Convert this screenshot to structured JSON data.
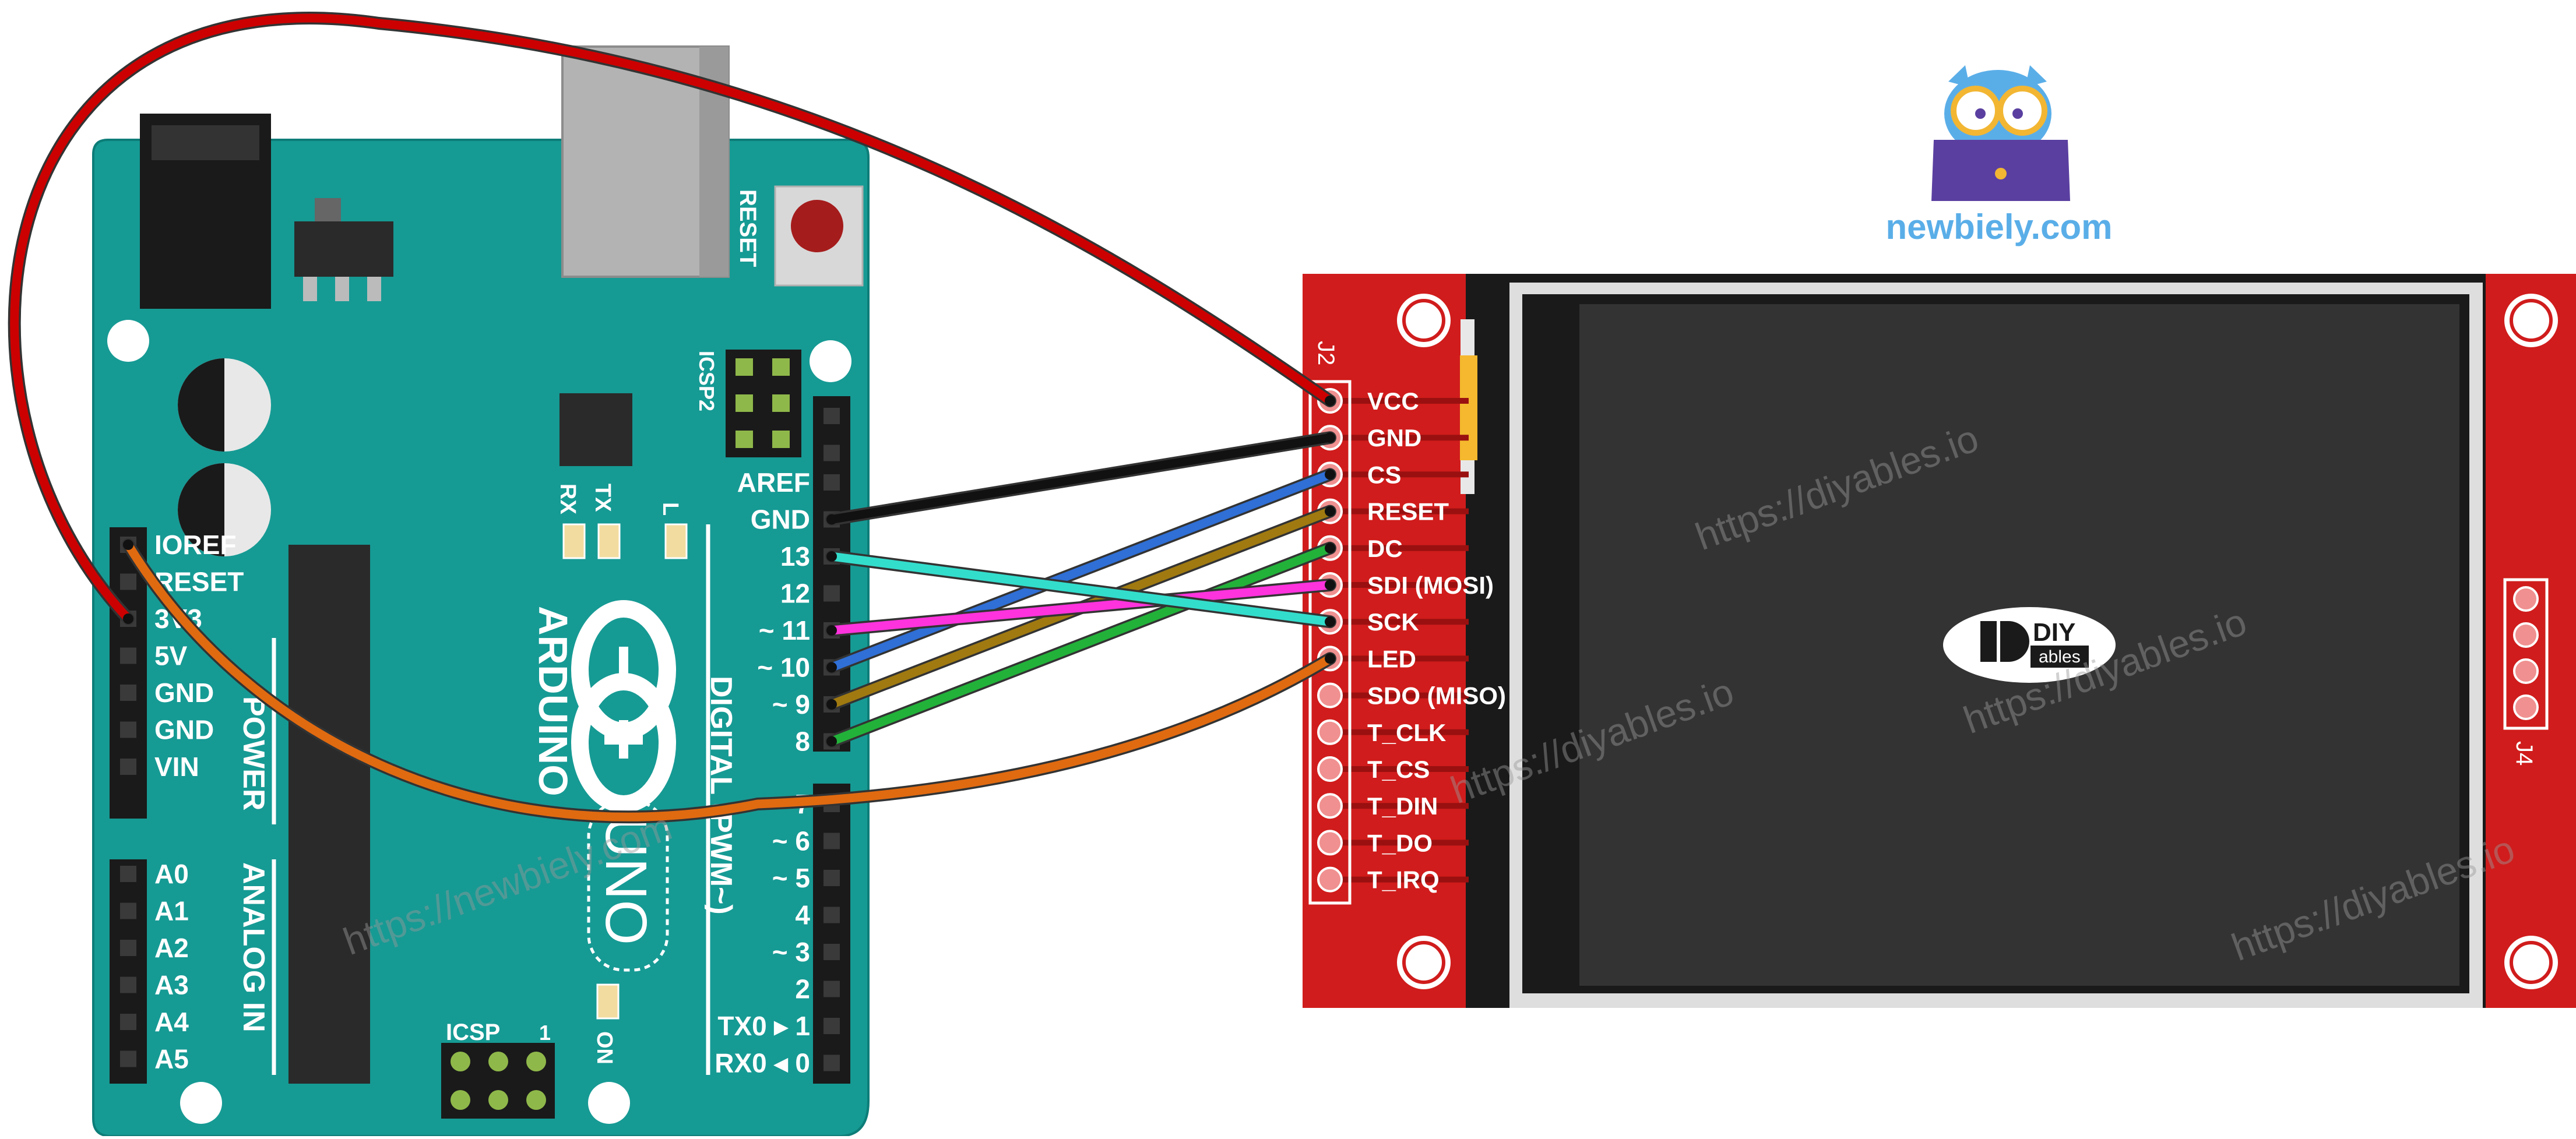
{
  "brand": {
    "site": "newbiely.com",
    "logo_text_top": "DIY",
    "logo_text_bottom": "ables"
  },
  "watermarks": [
    "https://diyables.io",
    "https://diyables.io",
    "https://diyables.io",
    "https://diyables.io",
    "https://newbiely.com"
  ],
  "arduino": {
    "name": "ARDUINO",
    "model": "UNO",
    "reset_label": "RESET",
    "icsp2_label": "ICSP2",
    "icsp_label": "ICSP",
    "icsp_pin1": "1",
    "led_labels": [
      "RX",
      "TX",
      "L"
    ],
    "on_label": "ON",
    "power_title": "POWER",
    "analog_title": "ANALOG IN",
    "digital_title": "DIGITAL (PWM~)",
    "power_pins": [
      "IOREF",
      "RESET",
      "3V3",
      "5V",
      "GND",
      "GND",
      "VIN"
    ],
    "analog_pins": [
      "A0",
      "A1",
      "A2",
      "A3",
      "A4",
      "A5"
    ],
    "digital_top": [
      "AREF",
      "GND",
      "13",
      "12",
      "~ 11",
      "~ 10",
      "~ 9",
      "8"
    ],
    "digital_bottom": [
      "7",
      "~ 6",
      "~ 5",
      "4",
      "~ 3",
      "2",
      "TX0 ▸ 1",
      "RX0 ◂ 0"
    ]
  },
  "lcd": {
    "header_label": "J2",
    "side_label": "J4",
    "pins": [
      "VCC",
      "GND",
      "CS",
      "RESET",
      "DC",
      "SDI (MOSI)",
      "SCK",
      "LED",
      "SDO (MISO)",
      "T_CLK",
      "T_CS",
      "T_DIN",
      "T_DO",
      "T_IRQ"
    ]
  },
  "wires": [
    {
      "from": "3V3",
      "to": "VCC",
      "color": "#cc0000"
    },
    {
      "from": "GND",
      "to": "GND",
      "color": "#111111"
    },
    {
      "from": "10",
      "to": "CS",
      "color": "#2f6fd6"
    },
    {
      "from": "9",
      "to": "RESET",
      "color": "#a07a10"
    },
    {
      "from": "8",
      "to": "DC",
      "color": "#22b23a"
    },
    {
      "from": "11",
      "to": "SDI (MOSI)",
      "color": "#ff33dd"
    },
    {
      "from": "13",
      "to": "SCK",
      "color": "#33ddcc"
    },
    {
      "from": "IOREF",
      "to": "LED",
      "color": "#e06a10"
    }
  ],
  "colors": {
    "board": "#169a94",
    "lcd_pcb": "#d01c1c",
    "screen": "#333333"
  }
}
